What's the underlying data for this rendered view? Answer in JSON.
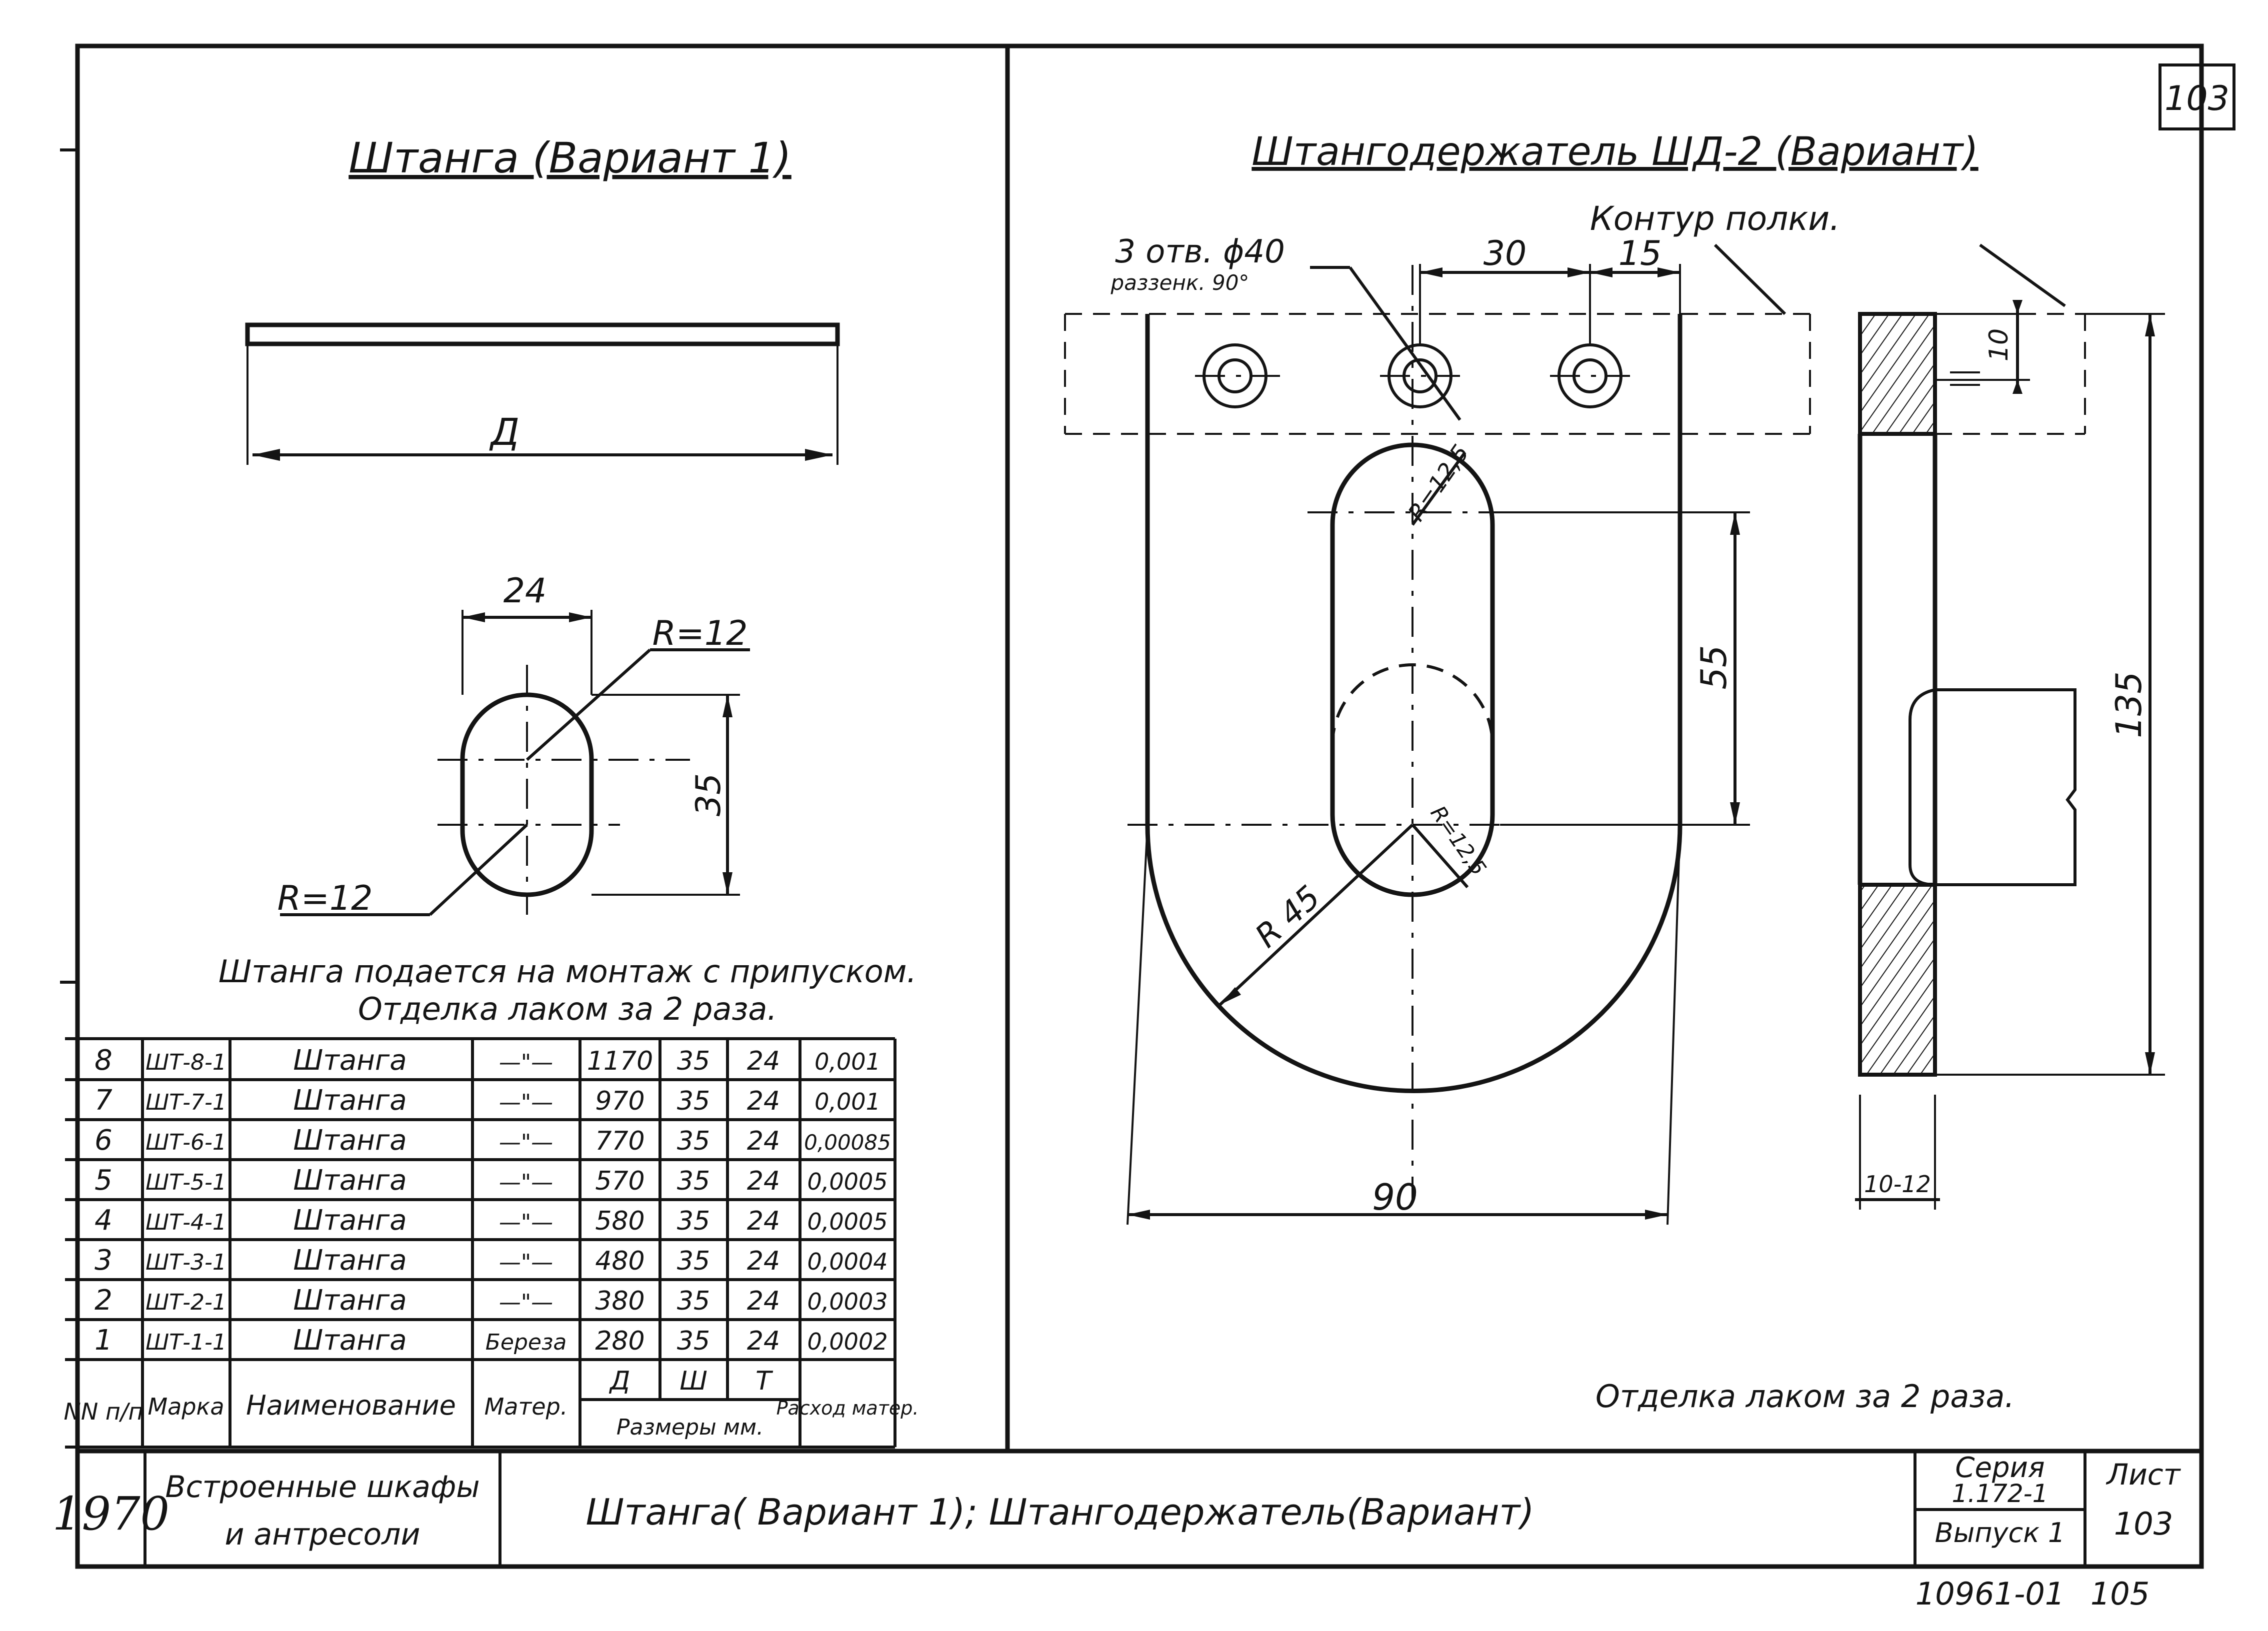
{
  "sheet_corner": "103",
  "left_title": "Штанга (Вариант 1)",
  "right_title": "Штангодержатель ШД-2 (Вариант)",
  "dim": {
    "rod_length": "Д",
    "width_24": "24",
    "r12_top": "R=12",
    "r12_bottom": "R=12",
    "height_35": "35",
    "holes": "3 отв. ϕ40",
    "countersink": "раззенк. 90°",
    "d30": "30",
    "d15": "15",
    "shelf_contour": "Контур полки.",
    "r125_top": "R=12,5",
    "r125_bottom": "R=12,5",
    "d55": "55",
    "r45": "R 45",
    "d90": "90",
    "d10": "10",
    "d135": "135",
    "d10_12": "10-12"
  },
  "note_rod_1": "Штанга подается на монтаж с припуском.",
  "note_rod_2": "Отделка лаком за 2 раза.",
  "note_holder": "Отделка лаком за 2 раза.",
  "table": {
    "rows": [
      {
        "n": "8",
        "mark": "ШТ-8-1",
        "name": "Штанга",
        "mat": "—\"—",
        "d": "1170",
        "w": "35",
        "t": "24",
        "rate": "0,001"
      },
      {
        "n": "7",
        "mark": "ШТ-7-1",
        "name": "Штанга",
        "mat": "—\"—",
        "d": "970",
        "w": "35",
        "t": "24",
        "rate": "0,001"
      },
      {
        "n": "6",
        "mark": "ШТ-6-1",
        "name": "Штанга",
        "mat": "—\"—",
        "d": "770",
        "w": "35",
        "t": "24",
        "rate": "0,00085"
      },
      {
        "n": "5",
        "mark": "ШТ-5-1",
        "name": "Штанга",
        "mat": "—\"—",
        "d": "570",
        "w": "35",
        "t": "24",
        "rate": "0,0005"
      },
      {
        "n": "4",
        "mark": "ШТ-4-1",
        "name": "Штанга",
        "mat": "—\"—",
        "d": "580",
        "w": "35",
        "t": "24",
        "rate": "0,0005"
      },
      {
        "n": "3",
        "mark": "ШТ-3-1",
        "name": "Штанга",
        "mat": "—\"—",
        "d": "480",
        "w": "35",
        "t": "24",
        "rate": "0,0004"
      },
      {
        "n": "2",
        "mark": "ШТ-2-1",
        "name": "Штанга",
        "mat": "—\"—",
        "d": "380",
        "w": "35",
        "t": "24",
        "rate": "0,0003"
      },
      {
        "n": "1",
        "mark": "ШТ-1-1",
        "name": "Штанга",
        "mat": "Береза",
        "d": "280",
        "w": "35",
        "t": "24",
        "rate": "0,0002"
      }
    ],
    "head": {
      "n": "NN п/п",
      "mark": "Марка",
      "name": "Наименование",
      "mat": "Матер.",
      "d": "Д",
      "w": "Ш",
      "t": "Т",
      "sizes": "Размеры мм.",
      "rate": "Расход матер."
    }
  },
  "stamp": {
    "year": "1970",
    "subject_1": "Встроенные шкафы",
    "subject_2": "и антресоли",
    "title": "Штанга( Вариант 1); Штангодержатель(Вариант)",
    "series_label": "Серия",
    "series_value": "1.172-1",
    "issue": "Выпуск 1",
    "sheet_label": "Лист",
    "sheet_value": "103"
  },
  "footer_code": "10961-01",
  "footer_page": "105"
}
